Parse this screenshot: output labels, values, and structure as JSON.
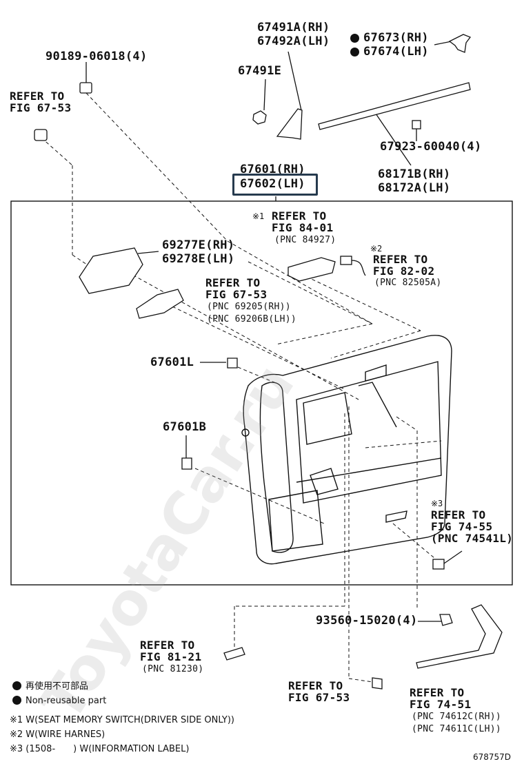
{
  "diagram_id": "678757D",
  "watermark": "ToyotaCar.ru",
  "labels": {
    "part_67491A": "67491A(RH)",
    "part_67492A": "67492A(LH)",
    "part_67491E": "67491E",
    "part_67673": "67673(RH)",
    "part_67674": "67674(LH)",
    "part_90189": "90189-06018(4)",
    "ref_67_53_top_1": "REFER TO",
    "ref_67_53_top_2": "FIG 67-53",
    "part_67923": "67923-60040(4)",
    "part_68171B": "68171B(RH)",
    "part_68172A": "68172A(LH)",
    "part_67601_rh": "67601(RH)",
    "part_67602_lh": "67602(LH)",
    "ref_84_mark": "※1",
    "ref_84_1": "REFER TO",
    "ref_84_2": "FIG 84-01",
    "ref_84_pnc": "(PNC 84927)",
    "ref_82_mark": "※2",
    "ref_82_1": "REFER TO",
    "ref_82_2": "FIG 82-02",
    "ref_82_pnc": "(PNC 82505A)",
    "part_69277E": "69277E(RH)",
    "part_69278E": "69278E(LH)",
    "ref_67_53_mid_1": "REFER TO",
    "ref_67_53_mid_2": "FIG 67-53",
    "ref_67_53_mid_pnc1": "(PNC 69205(RH))",
    "ref_67_53_mid_pnc2": "(PNC 69206B(LH))",
    "part_67601L": "67601L",
    "part_67601B": "67601B",
    "ref_74_55_mark": "※3",
    "ref_74_55_1": "REFER TO",
    "ref_74_55_2": "FIG 74-55",
    "ref_74_55_pnc": "(PNC 74541L)",
    "part_93560": "93560-15020(4)",
    "ref_81_21_1": "REFER TO",
    "ref_81_21_2": "FIG 81-21",
    "ref_81_21_pnc": "(PNC 81230)",
    "ref_67_53_bot_1": "REFER TO",
    "ref_67_53_bot_2": "FIG 67-53",
    "ref_74_51_1": "REFER TO",
    "ref_74_51_2": "FIG 74-51",
    "ref_74_51_pnc1": "(PNC 74612C(RH))",
    "ref_74_51_pnc2": "(PNC 74611C(LH))"
  },
  "legend": {
    "reuse_jp": "再使用不可部品",
    "reuse_en": "Non-reusable part",
    "note1": "※1 W(SEAT MEMORY SWITCH(DRIVER SIDE ONLY))",
    "note2": "※2 W(WIRE HARNES)",
    "note3": "※3 (1508-　　) W(INFORMATION LABEL)"
  }
}
